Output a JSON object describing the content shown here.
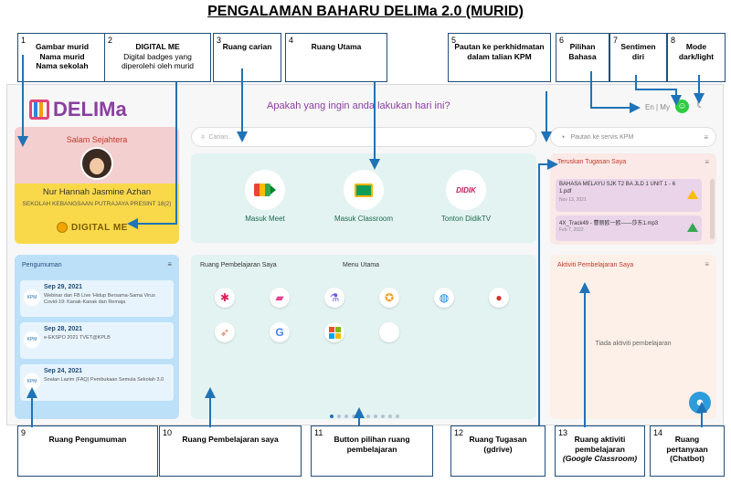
{
  "page_title": "PENGALAMAN BAHARU DELIMa 2.0 (MURID)",
  "callouts_top": [
    {
      "num": "1",
      "lines": "Gambar murid\nNama murid\nNama sekolah"
    },
    {
      "num": "2",
      "title": "DIGITAL ME",
      "lines": "Digital badges yang diperolehi oleh murid"
    },
    {
      "num": "3",
      "lines": "Ruang carian"
    },
    {
      "num": "4",
      "lines": "Ruang Utama"
    },
    {
      "num": "5",
      "lines": "Pautan ke perkhidmatan dalam talian KPM"
    },
    {
      "num": "6",
      "lines": "Pilihan Bahasa"
    },
    {
      "num": "7",
      "lines": "Sentimen diri"
    },
    {
      "num": "8",
      "lines": "Mode dark/light"
    }
  ],
  "callouts_bottom": [
    {
      "num": "9",
      "lines": "Ruang Pengumuman"
    },
    {
      "num": "10",
      "lines": "Ruang Pembelajaran saya"
    },
    {
      "num": "11",
      "lines": "Button pilihan ruang pembelajaran"
    },
    {
      "num": "12",
      "lines": "Ruang Tugasan (gdrive)"
    },
    {
      "num": "13",
      "lines": "Ruang aktiviti pembelajaran",
      "italic": "(Google Classroom)"
    },
    {
      "num": "14",
      "lines": "Ruang pertanyaan (Chatbot)"
    }
  ],
  "app": {
    "logo": "DELIMa",
    "greeting_question": "Apakah yang ingin anda lakukan hari ini?",
    "lang": "En | My",
    "search_placeholder": "Carian...",
    "kpm_link": "Pautan ke servis KPM",
    "profile": {
      "salam": "Salam Sejahtera",
      "name": "Nur Hannah Jasmine Azhan",
      "school": "SEKOLAH KEBANGSAAN PUTRAJAYA PRESINT 18(2)",
      "badge": "DIGITAL ME"
    },
    "main_apps": [
      {
        "label": "Masuk Meet"
      },
      {
        "label": "Masuk Classroom"
      },
      {
        "label": "Tonton DidikTV"
      }
    ],
    "tugasan": {
      "title": "Teruskan Tugasan Saya",
      "items": [
        {
          "name": "BAHASA MELAYU SJK T2 BA JLD 1 UNIT 1 - 6 1.pdf",
          "date": "Nov 13, 2021"
        },
        {
          "name": "4X_Track49 - 曹丽欧一欧——莎东1.mp3",
          "date": "Feb 7, 2022"
        }
      ]
    },
    "pengumuman": {
      "title": "Pengumuman",
      "items": [
        {
          "date": "Sep 29, 2021",
          "text": "Webinar dan FB Live 'Hidup Bersama-Sama Virus Covid-19: Kanak-Kanak dan Remaja"
        },
        {
          "date": "Sep 28, 2021",
          "text": "e-EKSPO 2021 TVET@KPLB"
        },
        {
          "date": "Sep 24, 2021",
          "text": "Soalan Lazim (FAQ) Pembukaan Semula Sekolah 3.0"
        }
      ]
    },
    "pembelajaran": {
      "title": "Ruang Pembelajaran Saya",
      "menu": "Menu Utama"
    },
    "aktiviti": {
      "title": "Aktiviti Pembelajaran Saya",
      "empty": "Tiada aktiviti pembelajaran"
    }
  },
  "colors": {
    "accent_purple": "#8a3fa0",
    "arrow_blue": "#1f73b7",
    "profile_pink": "#f4cfcf",
    "profile_yellow": "#f9d94a"
  }
}
